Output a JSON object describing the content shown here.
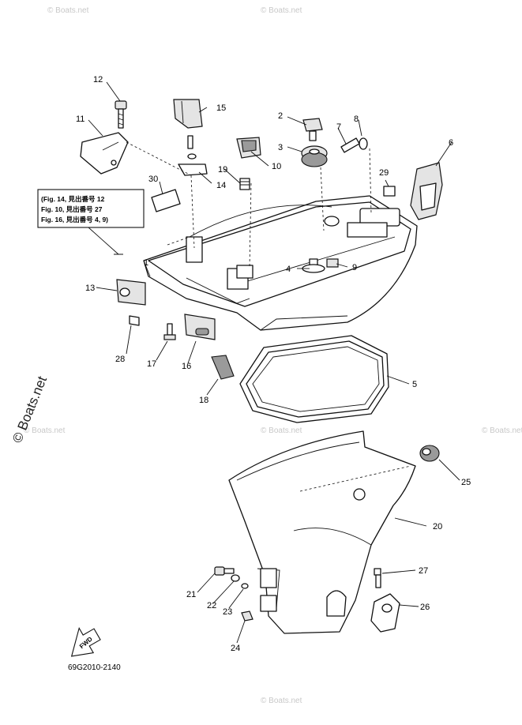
{
  "diagram": {
    "watermark": "© Boats.net",
    "drawing_code": "69G2010-2140",
    "direction_label": "FWD",
    "reference_box": [
      "(Fig. 14, 見出番号 12",
      " Fig. 10, 見出番号 27",
      " Fig. 16, 見出番号 4, 9)"
    ],
    "callouts": [
      "1",
      "2",
      "3",
      "4",
      "5",
      "6",
      "7",
      "8",
      "9",
      "10",
      "11",
      "12",
      "13",
      "14",
      "15",
      "16",
      "17",
      "18",
      "19",
      "20",
      "21",
      "22",
      "23",
      "24",
      "25",
      "26",
      "27",
      "28",
      "29",
      "30"
    ]
  }
}
